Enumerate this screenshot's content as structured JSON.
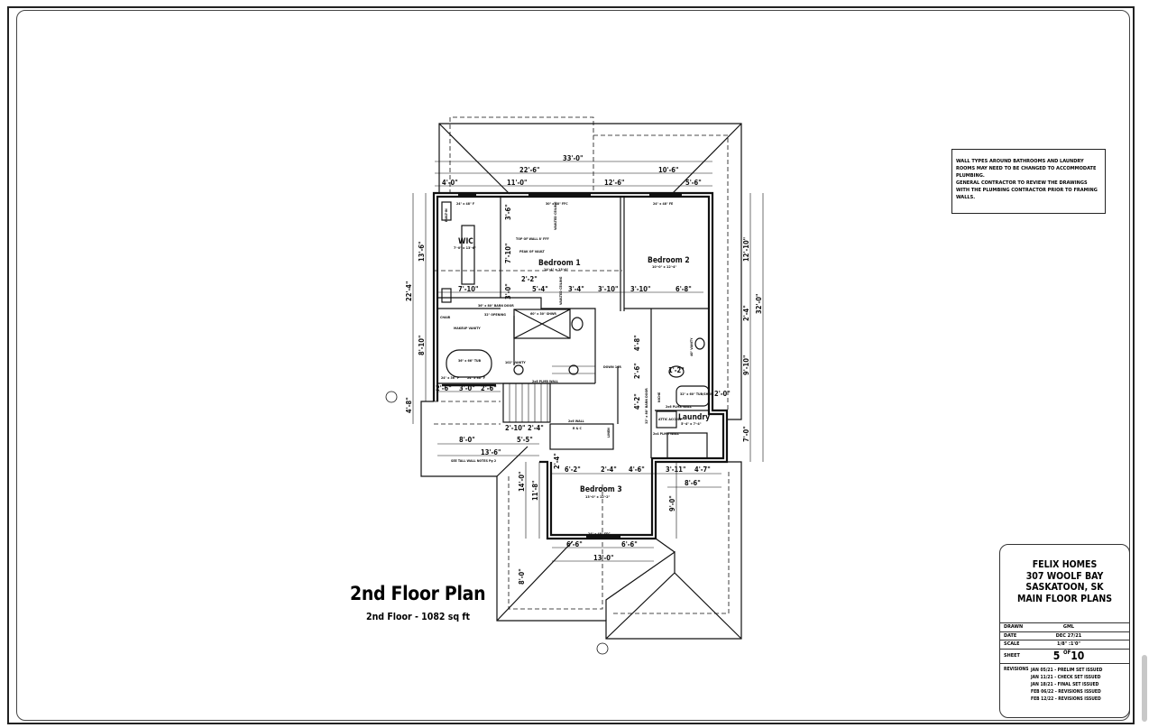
{
  "sheet": {
    "title": "2nd Floor Plan",
    "subtitle": "2nd Floor - 1082 sq ft",
    "notes": [
      "WALL TYPES AROUND BATHROOMS AND LAUNDRY",
      "ROOMS MAY NEED TO BE CHANGED TO ACCOMMODATE",
      "PLUMBING.",
      "GENERAL CONTRACTOR TO REVIEW THE DRAWINGS",
      "WITH THE PLUMBING CONTRACTOR PRIOR TO FRAMING",
      "WALLS."
    ]
  },
  "title_block": {
    "company": "FELIX HOMES",
    "address": "307 WOOLF BAY",
    "city": "SASKATOON, SK",
    "drawing": "MAIN FLOOR PLANS",
    "drawn_label": "DRAWN",
    "drawn": "GML",
    "date_label": "DATE",
    "date": "DEC 27/21",
    "scale_label": "SCALE",
    "scale": "1/8\" :1'0\"",
    "sheet_label": "SHEET",
    "sheet_no": "5",
    "sheet_of": "OF",
    "sheet_total": "10",
    "revisions_label": "REVISIONS",
    "revisions": [
      "JAN 05/21 - PRELIM SET ISSUED",
      "JAN 11/21 - CHECK SET ISSUED",
      "JAN 18/21 - FINAL SET ISSUED",
      "FEB 06/22 - REVISIONS ISSUED",
      "FEB 12/22 - REVISIONS ISSUED"
    ]
  },
  "plan": {
    "rooms": [
      {
        "name": "WIC",
        "size": "7'-0\" x 13'-6\""
      },
      {
        "name": "Bedroom 1",
        "size": "14'-4\" x 13'-0\""
      },
      {
        "name": "Bedroom 2",
        "size": "10'-0\" x 12'-4\""
      },
      {
        "name": "Laundry",
        "size": "5'-4\" x 7'-4\""
      },
      {
        "name": "Bedroom 3",
        "size": "13'-0\" x 12'-2\""
      }
    ],
    "dimensions": [
      "33'-0\"",
      "22'-6\"",
      "10'-6\"",
      "4'-0\"",
      "11'-0\"",
      "12'-6\"",
      "5'-6\"",
      "13'-6\"",
      "22'-4\"",
      "8'-10\"",
      "4'-8\"",
      "12'-10\"",
      "32'-0\"",
      "2'-4\"",
      "9'-10\"",
      "7'-0\"",
      "7'-10\"",
      "2'-2\"",
      "5'-4\"",
      "3'-4\"",
      "3'-10\"",
      "3'-10\"",
      "6'-8\"",
      "2'-6\"",
      "3'-0\"",
      "2'-6\"",
      "2'-10\"",
      "2'-4\"",
      "8'-0\"",
      "5'-5\"",
      "13'-6\"",
      "6'-2\"",
      "2'-4\"",
      "4'-6\"",
      "3'-11\"",
      "4'-7\"",
      "8'-6\"",
      "9'-0\"",
      "14'-0\"",
      "11'-8\"",
      "6'-6\"",
      "6'-6\"",
      "13'-0\"",
      "8'-0\"",
      "3'-6\"",
      "7'-10\"",
      "3'-0\"",
      "4'-8\"",
      "2'-6\"",
      "4'-2\"",
      "1'-2\"",
      "2'-0\"",
      "2'-4\""
    ],
    "labels": [
      "24\" x 48\" F",
      "30\" x 48\" FFC",
      "24\" x 48\" FE",
      "VAULTED CEILING",
      "TOP OF WALL 8' FFF",
      "PEAK OF VAULT",
      "36\" x 80\" BARN DOOR",
      "32\" OPENING",
      "MAKEUP VANITY",
      "60\" x 30\" SHWR",
      "36\" x 66\" TUB",
      "102\" VANITY",
      "DOWN 16R",
      "2x6 PLMB WALL",
      "32\" x 60\" TUB/SHWR",
      "ATTIC ACCESS",
      "2x4 PLMB WALL",
      "R & C",
      "LINEN",
      "SEE TALL WALL NOTES Pg 2",
      "24\" x 48\" FFC",
      "40\" VANITY",
      "32\" x 80\" BARN DOOR",
      "NICHE",
      "BUILT-IN",
      "VAULTED CEILING",
      "24\" x 36\" F",
      "24\" x 36\" F",
      "2x6 PLMB WALL",
      "2x6 WALL",
      "CHAIR"
    ]
  },
  "colors": {
    "line": "#111111",
    "background": "#ffffff",
    "scrollbar": "#c8c8c8"
  }
}
